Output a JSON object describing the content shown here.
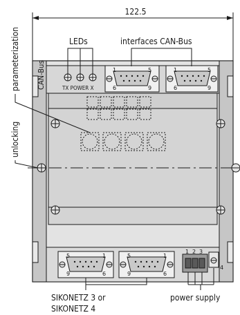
{
  "dimension": {
    "width": "122.5"
  },
  "labels": {
    "leds": "LEDs",
    "interfaces": "interfaces CAN-Bus",
    "can_bus": "CAN-Bus",
    "parameterization": "parameterization",
    "unlocking": "unlocking",
    "led_names": "TX POWER X",
    "sikonetz": [
      "SIKONETZ 3 or",
      "SIKONETZ 4"
    ],
    "power_supply": "power supply"
  },
  "connector_pins": {
    "can_left": [
      "1",
      "5",
      "6",
      "9"
    ],
    "can_right": [
      "1",
      "5",
      "6",
      "9"
    ],
    "bottom_left": [
      "5",
      "1",
      "9",
      "6"
    ],
    "bottom_right": [
      "5",
      "1",
      "9",
      "6"
    ]
  },
  "power_pins": [
    "1",
    "2",
    "3",
    "4"
  ],
  "colors": {
    "body": "#e3e3e3",
    "panel": "#d4d4d4",
    "edge": "#b9b9b9",
    "line": "#1a1a1a"
  }
}
